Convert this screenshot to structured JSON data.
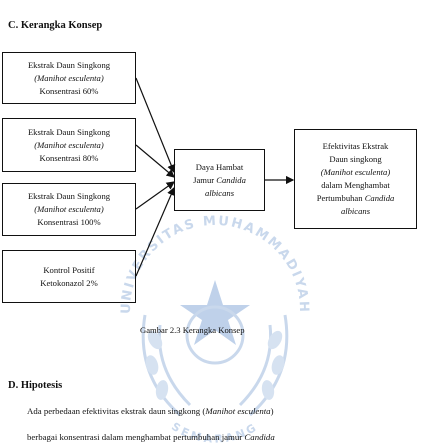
{
  "sections": {
    "section_c_heading": "C.  Kerangka Konsep",
    "section_d_heading": "D.  Hipotesis"
  },
  "diagram": {
    "input_boxes": [
      {
        "line1": "Ekstrak Daun Singkong",
        "line2": "(Manihot esculenta)",
        "line3": "Konsentrasi 60%"
      },
      {
        "line1": "Ekstrak Daun Singkong",
        "line2": "(Manihot esculenta)",
        "line3": "Konsentrasi 80%"
      },
      {
        "line1": "Ekstrak Daun Singkong",
        "line2": "(Manihot esculenta)",
        "line3": "Konsentrasi 100%"
      }
    ],
    "control_box": {
      "line1": "Kontrol Positif",
      "line2": "Ketokonazol 2%"
    },
    "middle_box": {
      "line1": "Daya Hambat",
      "line2": "Jamur ",
      "line2_italic": "Candida",
      "line3": "albicans"
    },
    "result_box": {
      "line1": "Efektivitas Ekstrak",
      "line2": "Daun singkong",
      "line3": "(Manihot esculenta)",
      "line4": "dalam Menghambat",
      "line5": "Pertumbuhan ",
      "line5_italic": "Candida",
      "line6": "albicans"
    },
    "caption": "Gambar 2.3 Kerangka Konsep"
  },
  "watermark": {
    "arc_top": "UNIVERSITAS MUHAMMADIYAH",
    "arc_bottom": "SEMARANG"
  },
  "hypothesis": {
    "line1_a": "Ada   perbedaan   efektivitas   ekstrak   daun   singkong   (",
    "line1_italic": "Manihot   esculenta",
    "line1_b": ")",
    "line2_a": "berbagai   konsentrasi   dalam   menghambat   pertumbuhan   jamur   ",
    "line2_italic": "Candida"
  },
  "colors": {
    "text": "#111111",
    "watermark": "#c9d8ec",
    "watermark_dark": "#9fb9de"
  }
}
